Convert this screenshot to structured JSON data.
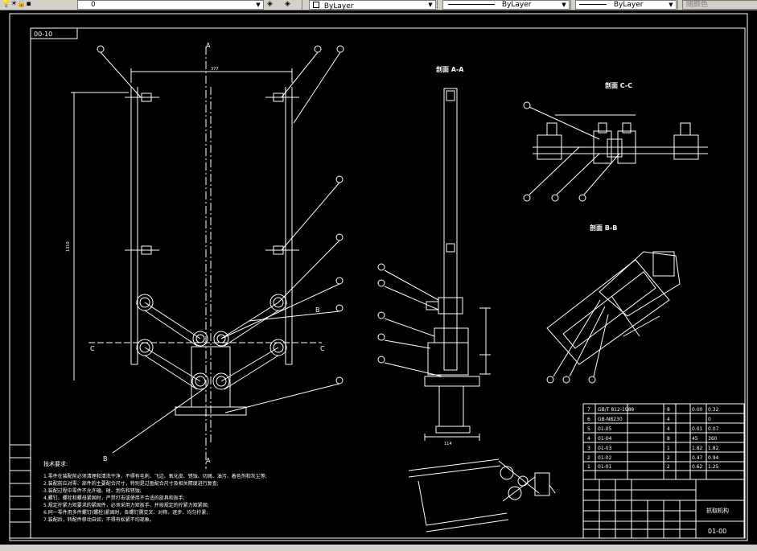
{
  "toolbar": {
    "layer_value": "0",
    "color_value": "ByLayer",
    "linetype_value": "ByLayer",
    "lineweight_value": "ByLayer",
    "plotstyle_value": "随颜色"
  },
  "drawing": {
    "drawing_code_topleft": "00-10",
    "section_aa": "剖面 A-A",
    "section_cc": "剖面 C-C",
    "section_bb": "剖面 B-B",
    "label_a_top": "A",
    "label_a_bottom": "A",
    "label_c_left": "C",
    "label_c_right": "C",
    "label_b_right": "B",
    "label_b_bottom": "B",
    "tech_title": "技术要求:",
    "tech_notes": [
      "1.零件在装配前必须清理和清洗干净，不得有毛刺、飞边、氧化皮、锈蚀、切屑、油污、着色剂和灰尘等;",
      "2.装配前应对零、部件的主要配合尺寸，特别是过盈配合尺寸及相关精度进行复查;",
      "3.装配过程中零件不允许磕、碰、划伤和锈蚀;",
      "4.螺钉、螺栓和螺母紧固时，严禁打击或使用不合适的旋具和扳手;",
      "5.规定拧紧力矩要求的紧固件，必须采用力矩扳手，并按规定的拧紧力矩紧固;",
      "6.同一零件用多件螺钉(螺栓)紧固时，各螺钉需交叉、对称、逐步、均匀拧紧;",
      "7.装配后，转配件移动自如，不得有松紧不均现象。"
    ],
    "bom_rows": [
      {
        "no": "7",
        "code": "GB/T 812-1988",
        "name": "",
        "qty": "8",
        "weight": "0.00",
        "total": "0.32"
      },
      {
        "no": "6",
        "code": "GB-N8230",
        "name": "",
        "qty": "4",
        "weight": "",
        "total": "0"
      },
      {
        "no": "5",
        "code": "01-05",
        "name": "",
        "qty": "4",
        "weight": "0.01",
        "total": "0.07"
      },
      {
        "no": "4",
        "code": "01-04",
        "name": "",
        "qty": "8",
        "weight": "45",
        "total": "360"
      },
      {
        "no": "3",
        "code": "01-03",
        "name": "",
        "qty": "1",
        "weight": "1.82",
        "total": "1.82"
      },
      {
        "no": "2",
        "code": "01-02",
        "name": "",
        "qty": "2",
        "weight": "0.47",
        "total": "0.94"
      },
      {
        "no": "1",
        "code": "01-01",
        "name": "",
        "qty": "2",
        "weight": "0.62",
        "total": "1.25"
      }
    ],
    "title_block_name": "抓取机构",
    "title_block_code": "01-00",
    "dim_width": "377",
    "dim_height": "1310",
    "dim_bottom": "114"
  },
  "colors": {
    "background": "#000000",
    "lines": "#ffffff",
    "toolbar": "#d4d0c8"
  }
}
